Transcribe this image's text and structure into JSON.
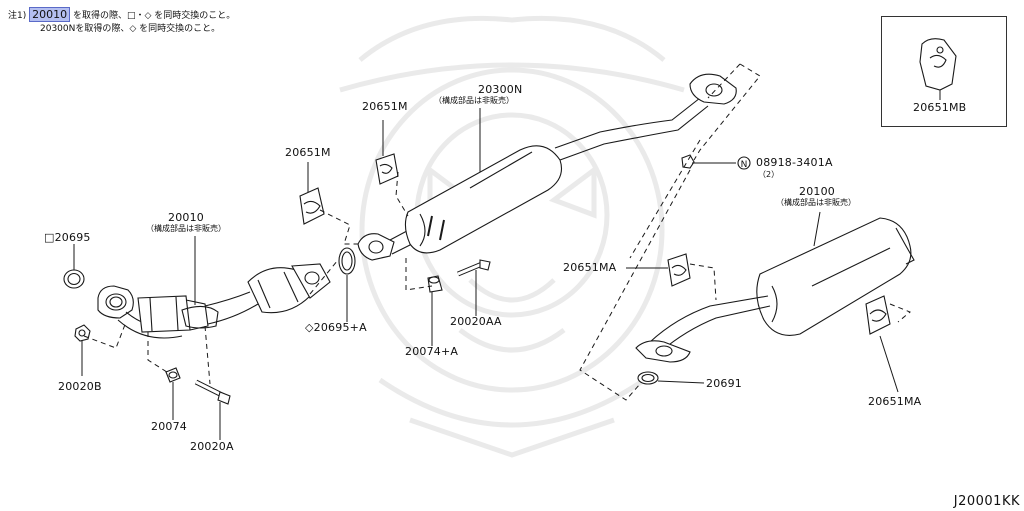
{
  "notes": {
    "prefix": "注1)",
    "line1_highlight": "20010",
    "line1_text": "を取得の際、□・◇ を同時交換のこと。",
    "line2": "20300Nを取得の際、◇ を同時交換のこと。"
  },
  "parts": {
    "p20300N": {
      "number": "20300N",
      "note": "（構成部品は非販売）"
    },
    "p20010": {
      "number": "20010",
      "note": "（構成部品は非販売）"
    },
    "p20100": {
      "number": "20100",
      "note": "（構成部品は非販売）"
    },
    "p20651M_a": "20651M",
    "p20651M_b": "20651M",
    "p20651MA_a": "20651MA",
    "p20651MA_b": "20651MA",
    "p20651MB": "20651MB",
    "p20695": "□20695",
    "p20695A": "◇20695+A",
    "p20074A": "20074+A",
    "p20020AA": "20020AA",
    "p20020B": "20020B",
    "p20074": "20074",
    "p20020A": "20020A",
    "p20691": "20691",
    "bolt": {
      "circle": "N",
      "number": "08918-3401A",
      "qty": "（2）"
    }
  },
  "diagram_code": "J20001KK",
  "colors": {
    "line": "#1a1a1a",
    "watermark": "#e6e6e6",
    "highlight": "#b4bff0"
  }
}
